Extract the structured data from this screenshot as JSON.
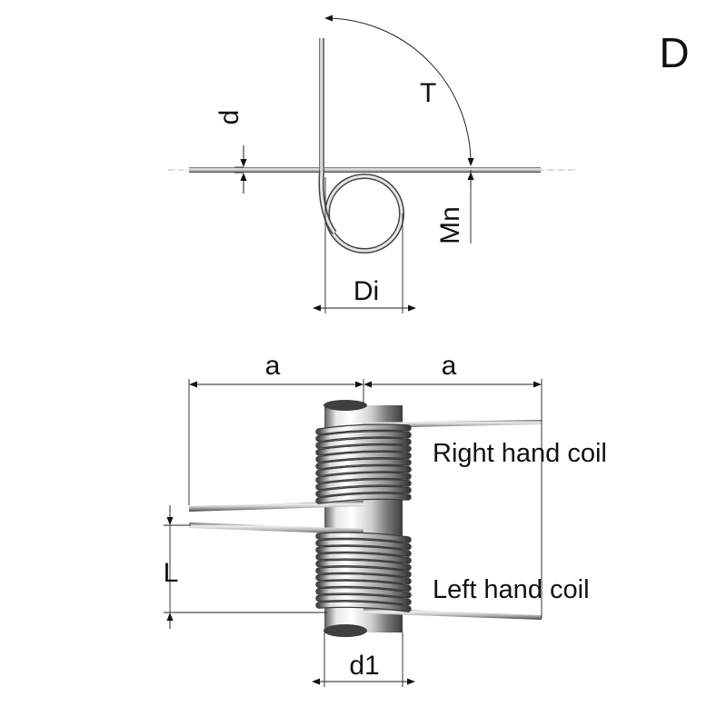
{
  "diagram": {
    "view_letter": "D",
    "labels": {
      "d": "d",
      "T": "T",
      "Mn": "Mn",
      "Di": "Di",
      "a_left": "a",
      "a_right": "a",
      "L": "L",
      "d1": "d1"
    },
    "captions": {
      "right_hand": "Right hand coil",
      "left_hand": "Left hand coil"
    },
    "colors": {
      "steel_light": "#f4f4f4",
      "steel_mid": "#b9b9b9",
      "steel_dark": "#4a4a4a",
      "ink": "#111111"
    }
  }
}
